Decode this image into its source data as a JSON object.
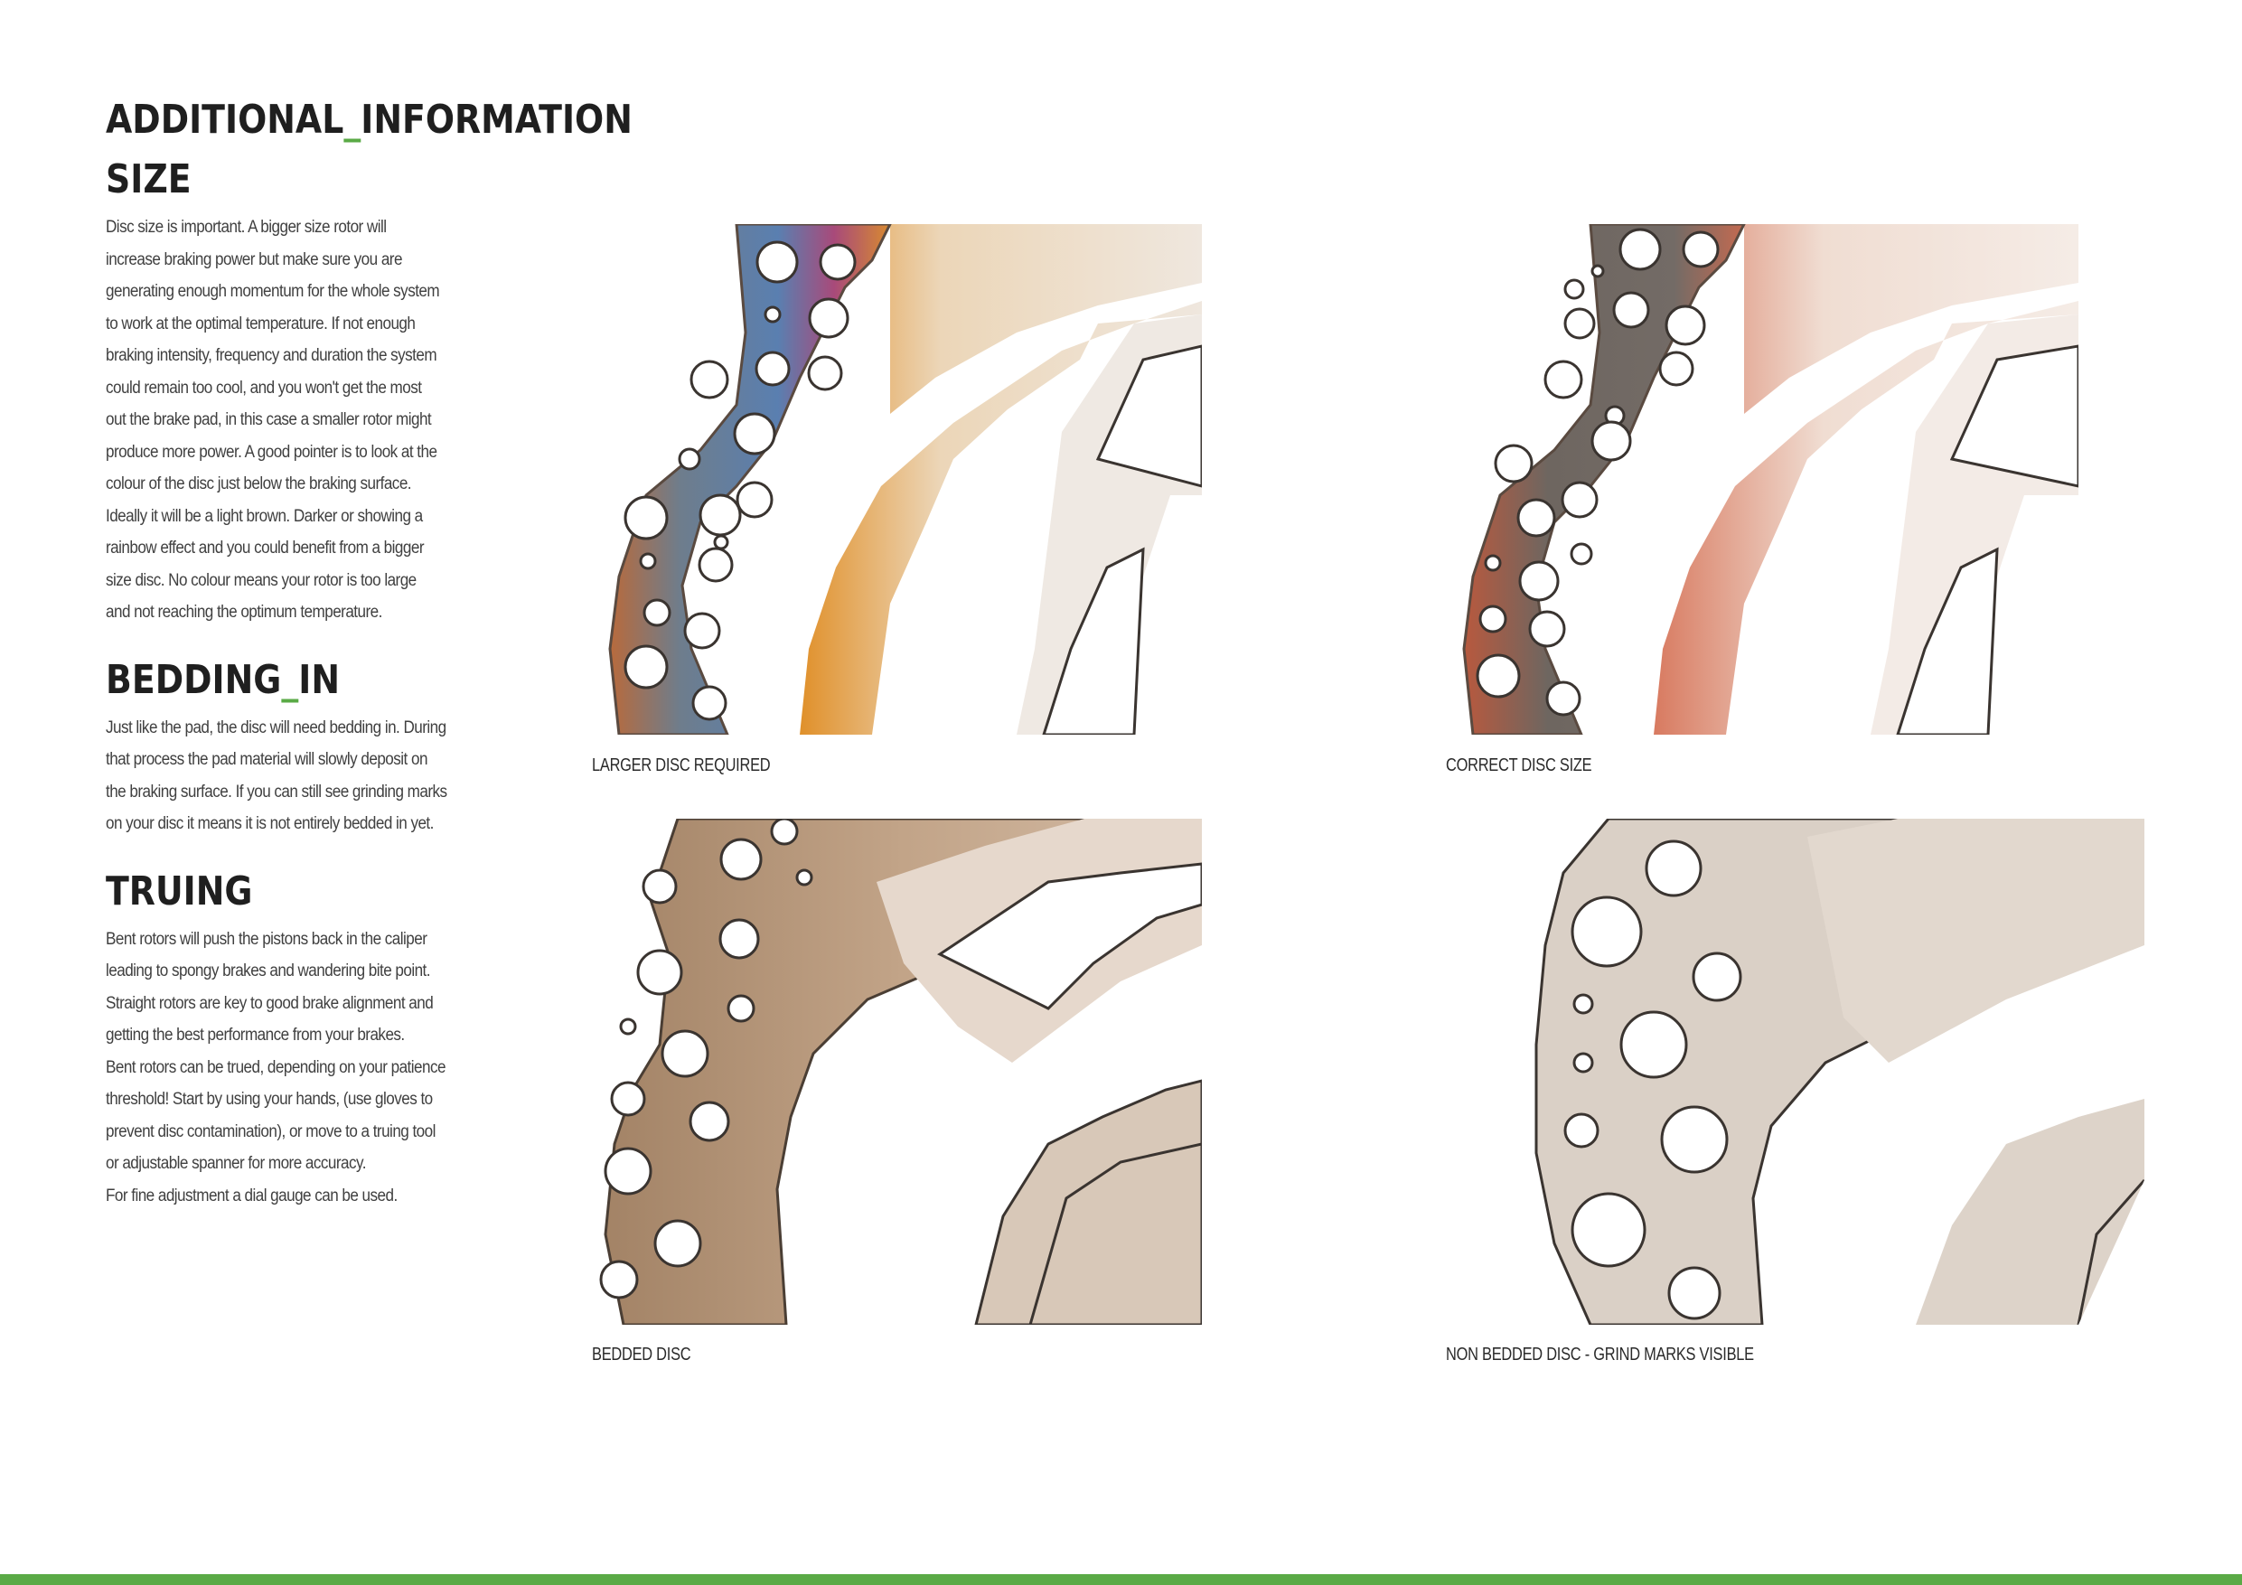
{
  "title": {
    "part1": "ADDITIONAL",
    "sep": "_",
    "part2": "INFORMATION"
  },
  "sections": {
    "size": {
      "heading": "SIZE",
      "text": "Disc size is important. A bigger size rotor will\nincrease braking power but make sure you are\ngenerating enough momentum for the whole system\nto work at the optimal temperature. If not enough\nbraking intensity, frequency and duration the system\ncould remain too cool, and you won't get the most\nout the brake pad, in this case a smaller rotor might\nproduce more power. A good pointer is to look at the\ncolour of the disc just below the braking surface.\nIdeally it will be a light brown. Darker or showing a\nrainbow effect and you could benefit from a bigger\nsize disc. No colour means your rotor is too large\nand not reaching the optimum temperature."
    },
    "bedding": {
      "heading_part1": "BEDDING",
      "heading_sep": "_",
      "heading_part2": "IN",
      "text": "Just like the pad, the disc will need bedding in. During\nthat process the pad material will slowly deposit on\nthe braking surface. If you can still see grinding marks\non your disc it means it is not entirely bedded in yet."
    },
    "truing": {
      "heading": "TRUING",
      "text": "Bent rotors will push the pistons back in the caliper\nleading to spongy brakes and wandering bite point.\nStraight rotors are key to good brake alignment and\ngetting the best performance from your brakes.\nBent rotors can be trued, depending on your patience\nthreshold! Start by using your hands, (use gloves to\nprevent disc contamination), or move to a truing tool\nor adjustable spanner for more accuracy.\nFor fine adjustment a dial gauge can be used."
    }
  },
  "photos": [
    {
      "caption": "LARGER DISC REQUIRED"
    },
    {
      "caption": "CORRECT DISC SIZE"
    },
    {
      "caption": "BEDDED DISC"
    },
    {
      "caption": "NON BEDDED DISC - GRIND MARKS VISIBLE"
    }
  ],
  "colors": {
    "accent": "#5aaa46",
    "heading": "#1f1f1f",
    "body": "#404040"
  }
}
